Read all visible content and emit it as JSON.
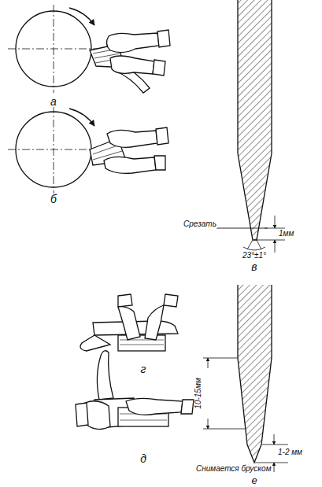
{
  "diagram": {
    "labels": [
      "а",
      "б",
      "в",
      "г",
      "д",
      "е",
      "Срезать",
      "1мм",
      "23°±1°",
      "10-15мм",
      "1-2 мм",
      "Снимается бруском"
    ]
  }
}
